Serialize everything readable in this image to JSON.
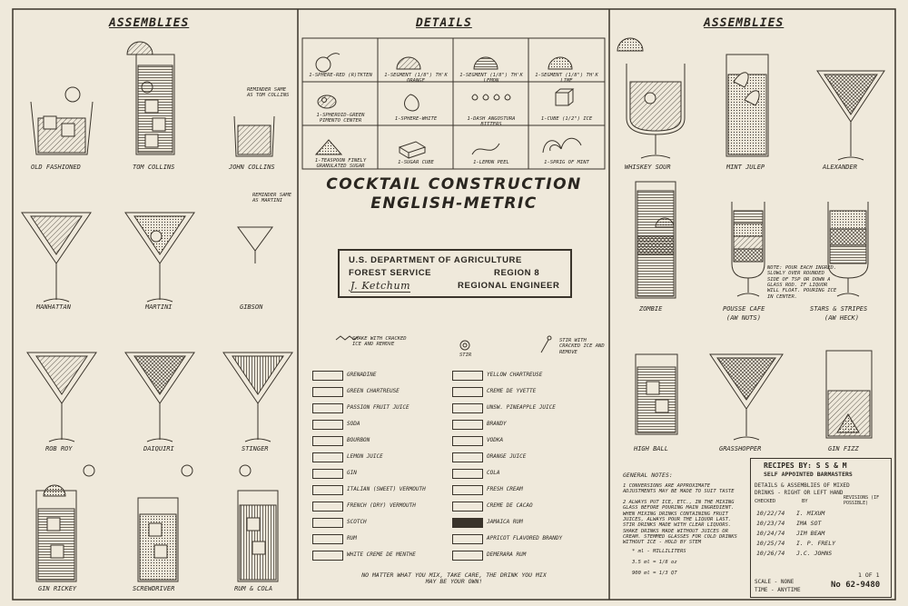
{
  "headers": {
    "assemblies_left": "ASSEMBLIES",
    "details": "DETAILS",
    "assemblies_right": "ASSEMBLIES"
  },
  "title": {
    "line1": "COCKTAIL CONSTRUCTION",
    "line2": "ENGLISH-METRIC"
  },
  "stamp": {
    "agency": "U.S. DEPARTMENT OF AGRICULTURE",
    "service": "FOREST SERVICE",
    "region": "REGION 8",
    "role": "REGIONAL ENGINEER",
    "signature": "J. Ketchum"
  },
  "details": [
    "1-SPHERE-RED (R)TKTEN",
    "1-SEGMENT (1/8\") TH'K ORANGE",
    "1-SEGMENT (1/8\") TH'K LEMON",
    "1-SEGMENT (1/8\") TH'K LIME",
    "1-SPHEROID-GREEN PIMENTO CENTER",
    "1-SPHERE-WHITE",
    "1-DASH ANGOSTURA BITTERS",
    "1-CUBE (1/2\") ICE",
    "1-TEASPOON FINELY GRANULATED SUGAR",
    "1-SUGAR CUBE",
    "1-LEMON PEEL",
    "1-SPRIG OF MINT"
  ],
  "left_drinks": [
    "OLD FASHIONED",
    "TOM COLLINS",
    "JOHN COLLINS",
    "MANHATTAN",
    "MARTINI",
    "GIBSON",
    "ROB ROY",
    "DAIQUIRI",
    "STINGER",
    "GIN RICKEY",
    "SCREWDRIVER",
    "RUM & COLA"
  ],
  "right_drinks": [
    "WHISKEY SOUR",
    "MINT JULEP",
    "ALEXANDER",
    "ZOMBIE",
    "POUSSE CAFE",
    "STARS & STRIPES",
    "HIGH BALL",
    "GRASSHOPPER",
    "GIN FIZZ"
  ],
  "right_subs": {
    "pousse": "(AW NUTS)",
    "stars": "(AW HECK)"
  },
  "reminders": {
    "john": "REMINDER SAME AS TOM COLLINS",
    "gibson": "REMINDER SAME AS MARTINI"
  },
  "note": "NOTE: POUR EACH INGRED. SLOWLY OVER ROUNDED SIDE OF TSP OR DOWN A GLASS ROD. IF LIQUOR WILL FLOAT. POURING ICE IN CENTER.",
  "legend_top": {
    "shake": "SHAKE WITH CRACKED ICE AND REMOVE",
    "stir": "STIR",
    "stir_ice": "STIR WITH CRACKED ICE AND REMOVE"
  },
  "legend_left": [
    "GRENADINE",
    "GREEN CHARTREUSE",
    "PASSION FRUIT JUICE",
    "SODA",
    "BOURBON",
    "LEMON JUICE",
    "GIN",
    "ITALIAN (SWEET) VERMOUTH",
    "FRENCH (DRY) VERMOUTH",
    "SCOTCH",
    "RUM",
    "WHITE CREME DE MENTHE"
  ],
  "legend_right": [
    "YELLOW CHARTREUSE",
    "CREME DE YVETTE",
    "UNSW. PINEAPPLE JUICE",
    "BRANDY",
    "VODKA",
    "ORANGE JUICE",
    "COLA",
    "FRESH CREAM",
    "CREME DE CACAO",
    "JAMAICA RUM",
    "APRICOT FLAVORED BRANDY",
    "DEMERARA RUM"
  ],
  "bottom_note": "NO MATTER WHAT YOU MIX, TAKE CARE, THE DRINK YOU MIX MAY BE YOUR OWN!",
  "general_notes": {
    "heading": "GENERAL NOTES:",
    "n1": "1 CONVERSIONS ARE APPROXIMATE ADJUSTMENTS MAY BE MADE TO SUIT TASTE",
    "n2": "2 ALWAYS PUT ICE, ETC., IN THE MIXING GLASS BEFORE POURING MAIN INGREDIENT. WHEN MIXING DRINKS CONTAINING FRUIT JUICES, ALWAYS POUR THE LIQUOR LAST. STIR DRINKS MADE WITH CLEAR LIQUORS. SHAKE DRINKS MADE WITHOUT JUICES OR CREAM. STEMMED GLASSES FOR COLD DRINKS WITHOUT ICE - HOLD BY STEM",
    "n3": "* ml - MILLILITERS",
    "n4": "3.5 ml = 1/8 oz",
    "n5": "900 ml = 1/3 QT"
  },
  "recipes": {
    "title1": "RECIPES BY: S S & M",
    "title2": "SELF APPOINTED BARMASTERS",
    "sub1": "DETAILS & ASSEMBLIES OF MIXED",
    "sub2": "DRINKS - RIGHT OR LEFT HAND",
    "col_checked": "CHECKED",
    "col_by": "BY",
    "col_rev": "REVISIONS (IF POSSIBLE)",
    "rows": [
      [
        "10/22/74",
        "I. MIXUM"
      ],
      [
        "10/23/74",
        "IMA SOT"
      ],
      [
        "10/24/74",
        "JIM BEAM"
      ],
      [
        "10/25/74",
        "I. P. FRELY"
      ],
      [
        "10/26/74",
        "J.C. JOHNS"
      ]
    ],
    "scale": "SCALE - NONE",
    "time": "TIME - ANYTIME",
    "number": "No 62-9480",
    "sheet": "1 OF 1"
  }
}
